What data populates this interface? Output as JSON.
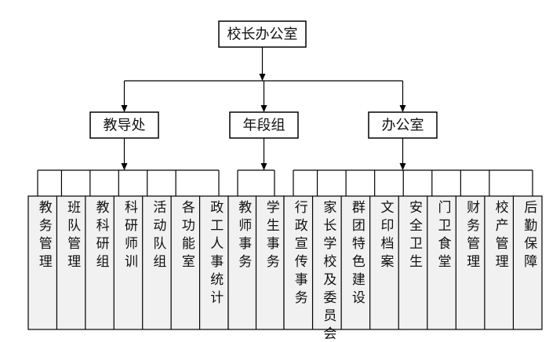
{
  "root": {
    "label": "校长办公室"
  },
  "branches": [
    {
      "label": "教导处",
      "children": [
        "教务管理",
        "班队管理",
        "教科研组",
        "科研师训",
        "活动队组",
        "各功能室",
        "政工人事统计"
      ]
    },
    {
      "label": "年段组",
      "children": [
        "教师事务",
        "学生事务"
      ]
    },
    {
      "label": "办公室",
      "children": [
        "行政宣传事务",
        "家长学校及委员会",
        "群团特色建设",
        "文印档案",
        "安全卫生",
        "门卫食堂",
        "财务管理",
        "校产管理",
        "后勤保障"
      ]
    }
  ]
}
